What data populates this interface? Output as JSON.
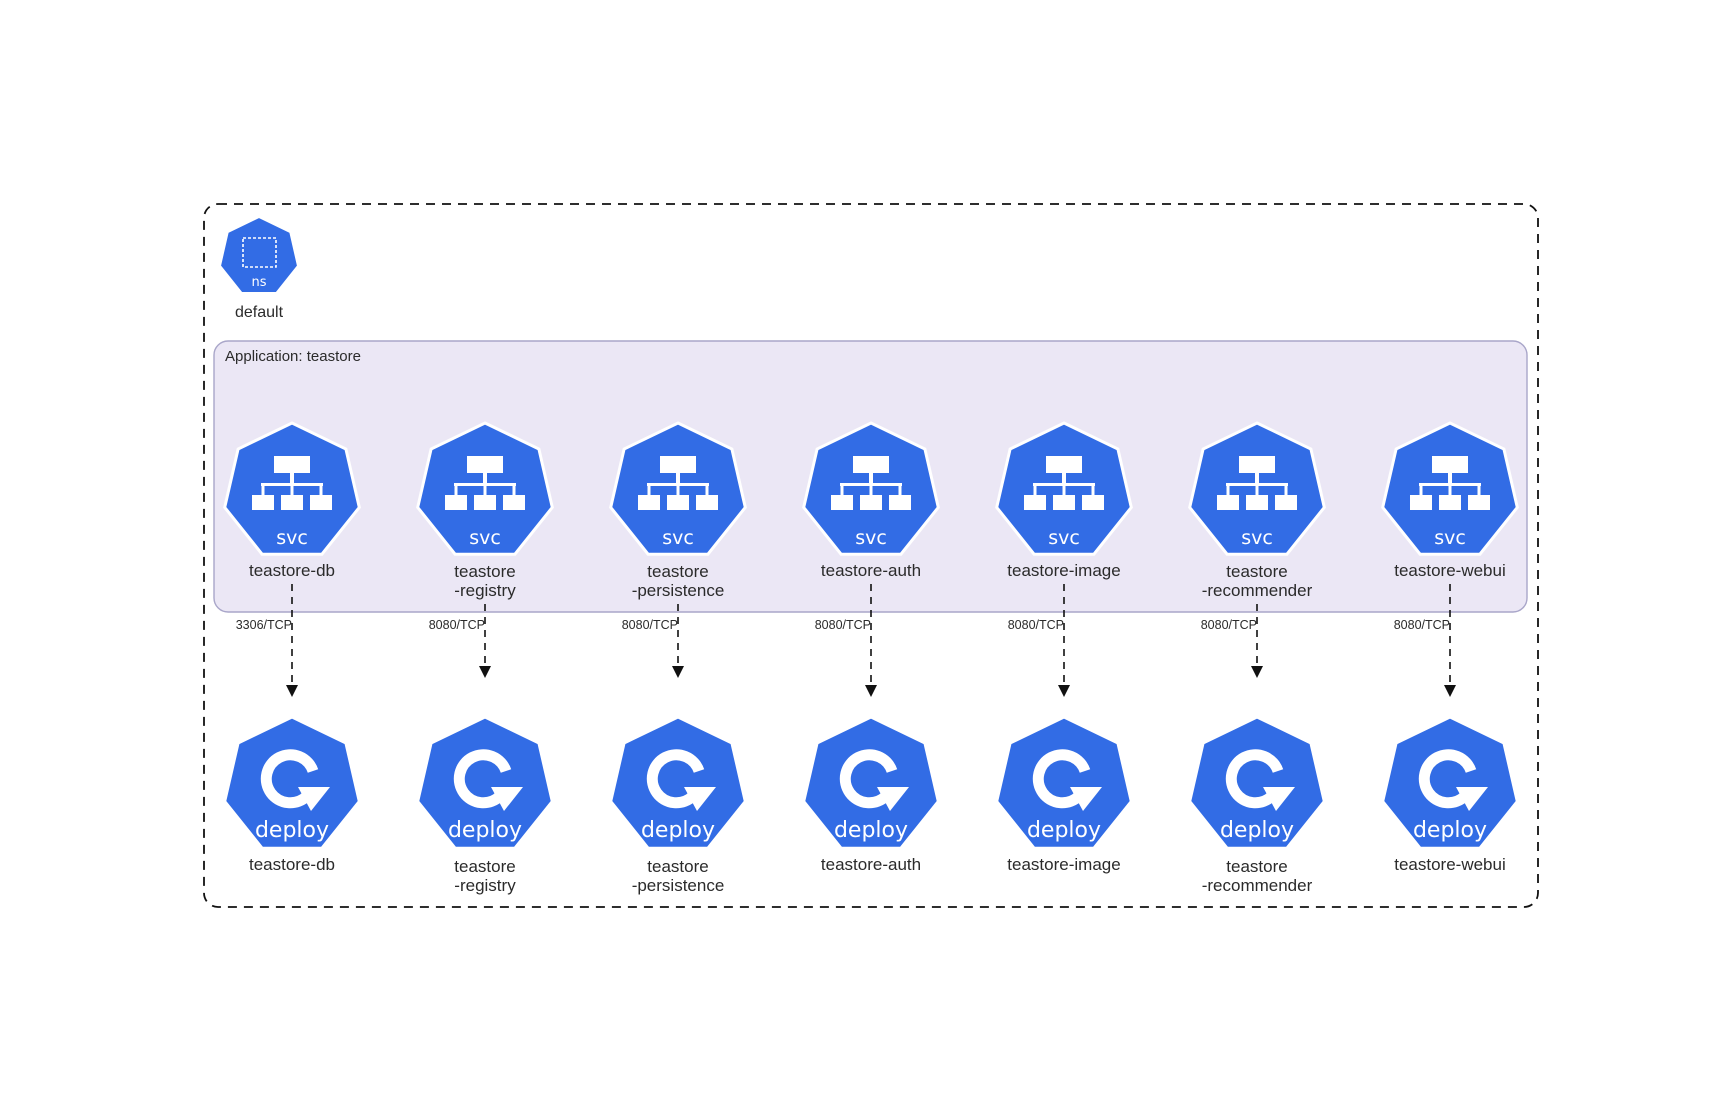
{
  "namespace": {
    "icon_label": "ns",
    "name": "default",
    "icon": "namespace-icon"
  },
  "application": {
    "label": "Application: teastore"
  },
  "colors": {
    "icon_blue": "#326ce5",
    "group_fill": "#ebe7f5",
    "group_border": "#a9a6c9",
    "edge": "#111111"
  },
  "services": [
    {
      "icon_label": "svc",
      "name_lines": [
        "teastore-db"
      ]
    },
    {
      "icon_label": "svc",
      "name_lines": [
        "teastore",
        "-registry"
      ]
    },
    {
      "icon_label": "svc",
      "name_lines": [
        "teastore",
        "-persistence"
      ]
    },
    {
      "icon_label": "svc",
      "name_lines": [
        "teastore-auth"
      ]
    },
    {
      "icon_label": "svc",
      "name_lines": [
        "teastore-image"
      ]
    },
    {
      "icon_label": "svc",
      "name_lines": [
        "teastore",
        "-recommender"
      ]
    },
    {
      "icon_label": "svc",
      "name_lines": [
        "teastore-webui"
      ]
    }
  ],
  "deployments": [
    {
      "icon_label": "deploy",
      "name_lines": [
        "teastore-db"
      ]
    },
    {
      "icon_label": "deploy",
      "name_lines": [
        "teastore",
        "-registry"
      ]
    },
    {
      "icon_label": "deploy",
      "name_lines": [
        "teastore",
        "-persistence"
      ]
    },
    {
      "icon_label": "deploy",
      "name_lines": [
        "teastore-auth"
      ]
    },
    {
      "icon_label": "deploy",
      "name_lines": [
        "teastore-image"
      ]
    },
    {
      "icon_label": "deploy",
      "name_lines": [
        "teastore",
        "-recommender"
      ]
    },
    {
      "icon_label": "deploy",
      "name_lines": [
        "teastore-webui"
      ]
    }
  ],
  "edges": [
    {
      "label": "3306/TCP"
    },
    {
      "label": "8080/TCP"
    },
    {
      "label": "8080/TCP"
    },
    {
      "label": "8080/TCP"
    },
    {
      "label": "8080/TCP"
    },
    {
      "label": "8080/TCP"
    },
    {
      "label": "8080/TCP"
    }
  ]
}
